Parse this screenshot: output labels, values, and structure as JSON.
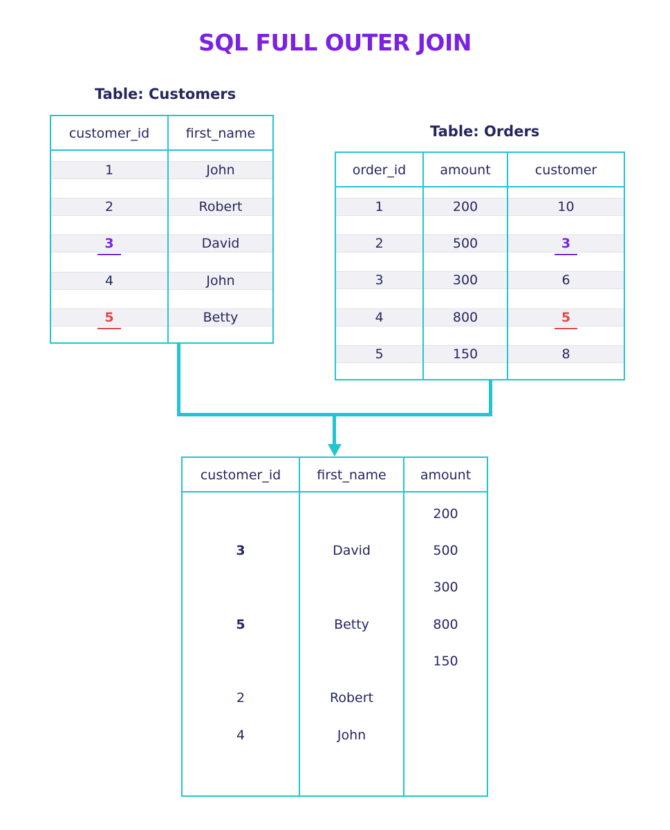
{
  "title": "SQL FULL OUTER JOIN",
  "colors": {
    "accent": "#21c4d2",
    "title": "#7b22e0",
    "match_purple": "#7b22e0",
    "match_red": "#e0484a",
    "text": "#25265e"
  },
  "customers": {
    "label": "Table: Customers",
    "headers": [
      "customer_id",
      "first_name"
    ],
    "rows": [
      [
        "1",
        "John"
      ],
      [
        "2",
        "Robert"
      ],
      [
        "3",
        "David"
      ],
      [
        "4",
        "John"
      ],
      [
        "5",
        "Betty"
      ]
    ]
  },
  "orders": {
    "label": "Table: Orders",
    "headers": [
      "order_id",
      "amount",
      "customer"
    ],
    "rows": [
      [
        "1",
        "200",
        "10"
      ],
      [
        "2",
        "500",
        "3"
      ],
      [
        "3",
        "300",
        "6"
      ],
      [
        "4",
        "800",
        "5"
      ],
      [
        "5",
        "150",
        "8"
      ]
    ]
  },
  "result": {
    "headers": [
      "customer_id",
      "first_name",
      "amount"
    ],
    "rows": [
      [
        "",
        "",
        "200"
      ],
      [
        "3",
        "David",
        "500"
      ],
      [
        "",
        "",
        "300"
      ],
      [
        "5",
        "Betty",
        "800"
      ],
      [
        "",
        "",
        "150"
      ],
      [
        "2",
        "Robert",
        ""
      ],
      [
        "4",
        "John",
        ""
      ]
    ]
  }
}
